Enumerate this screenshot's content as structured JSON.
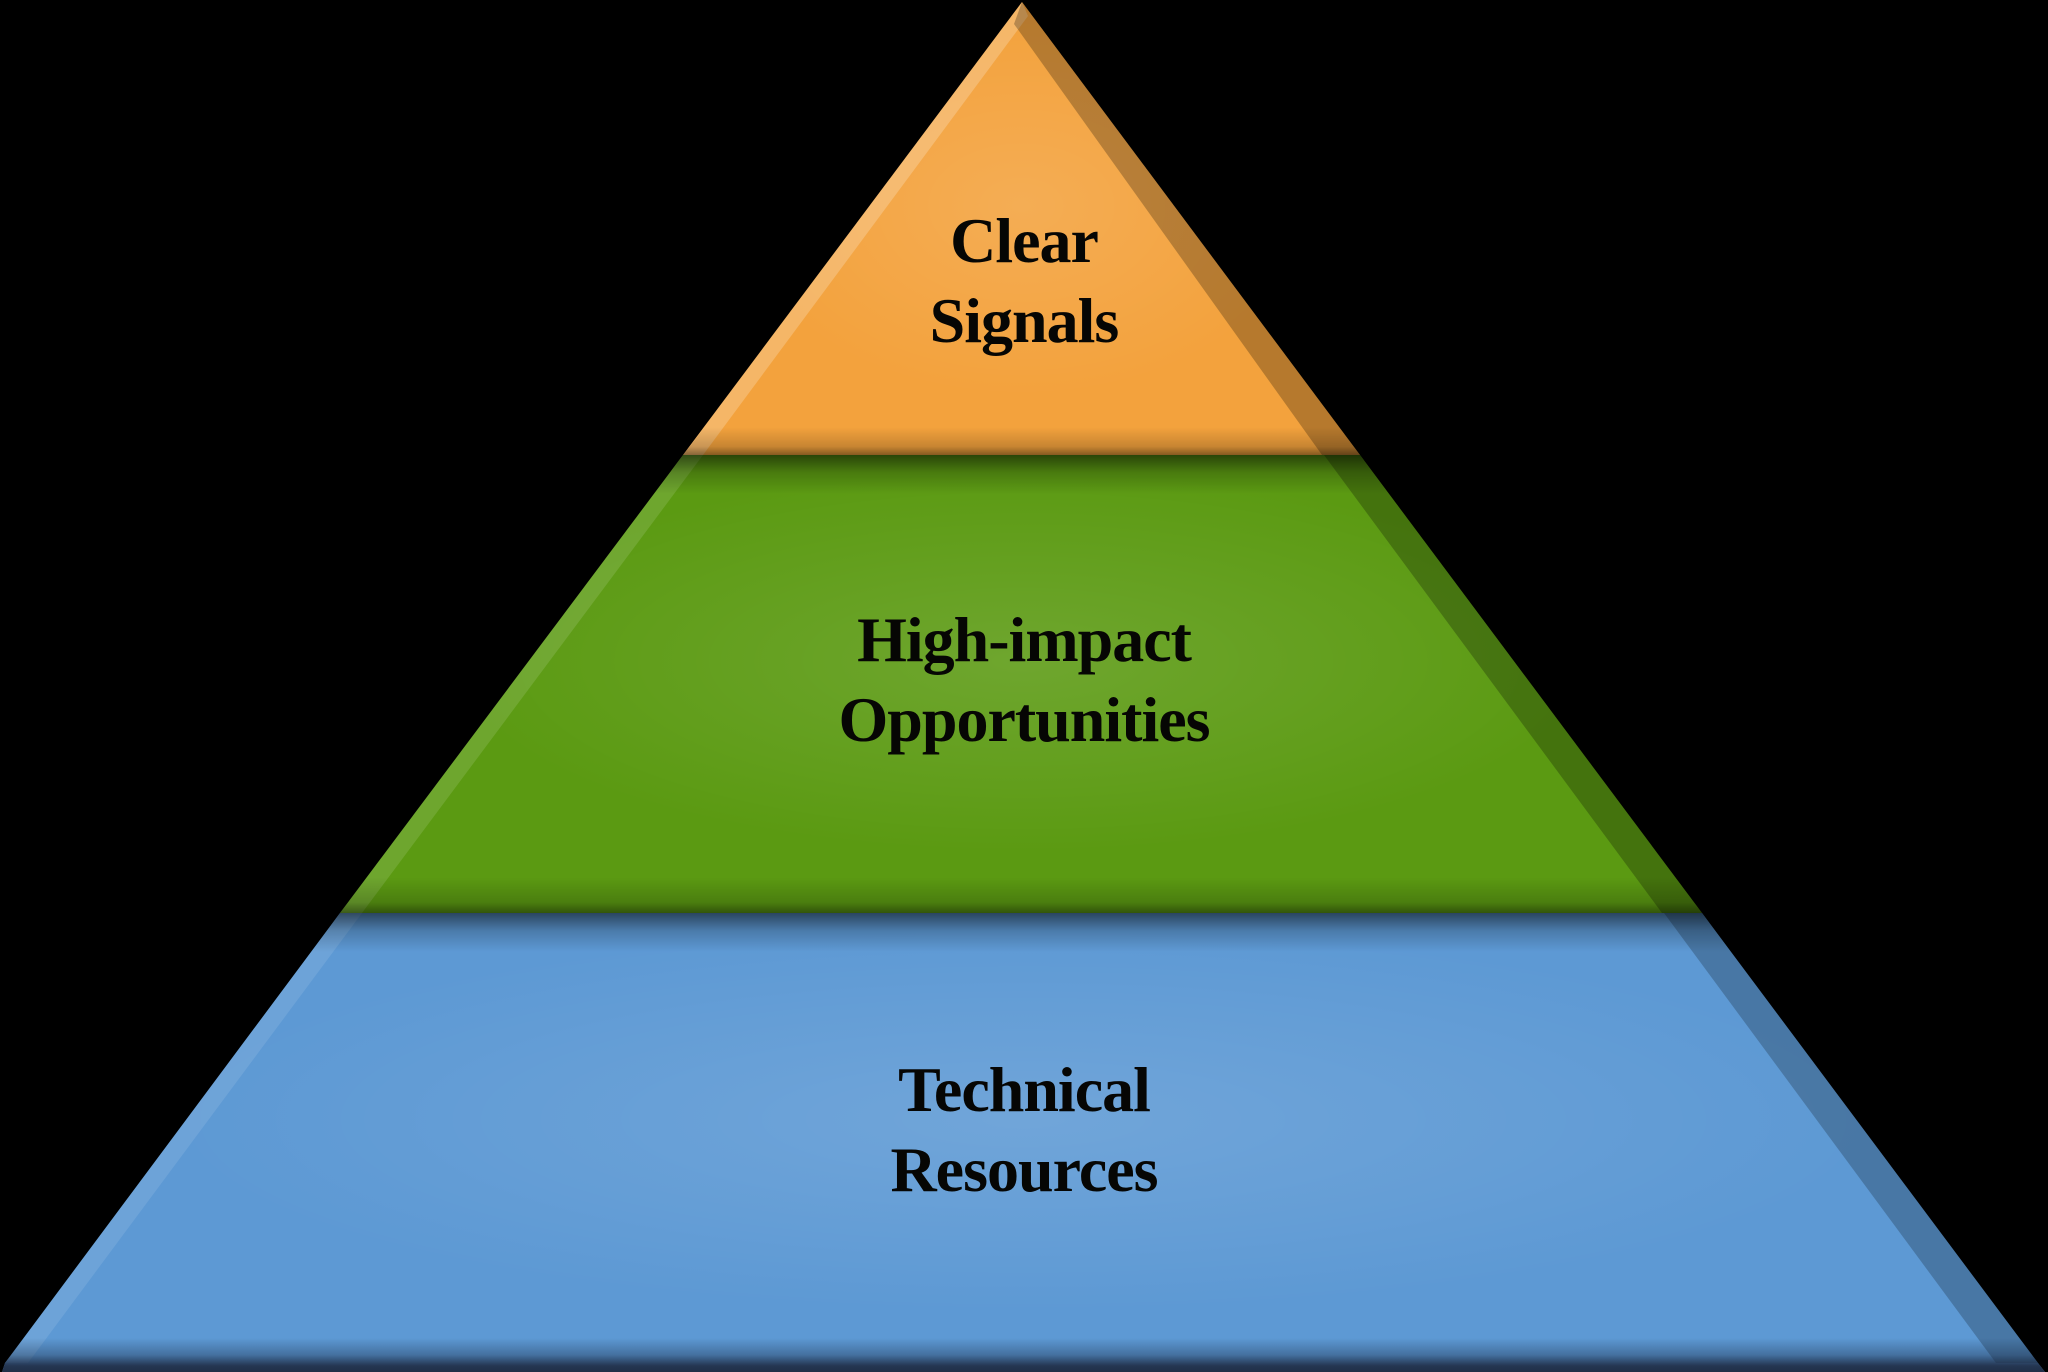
{
  "diagram": {
    "type": "pyramid",
    "background_color": "#000000",
    "text_color": "#060604",
    "levels": [
      {
        "rank": 1,
        "position": "top",
        "label": "Clear Signals",
        "lines": [
          "Clear",
          "Signals"
        ],
        "color": "#F3A23D"
      },
      {
        "rank": 2,
        "position": "middle",
        "label": "High-impact Opportunities",
        "lines": [
          "High-impact",
          "Opportunities"
        ],
        "color": "#5B9A12"
      },
      {
        "rank": 3,
        "position": "bottom",
        "label": "Technical Resources",
        "lines": [
          "Technical",
          "Resources"
        ],
        "color": "#5D99D4"
      }
    ]
  }
}
